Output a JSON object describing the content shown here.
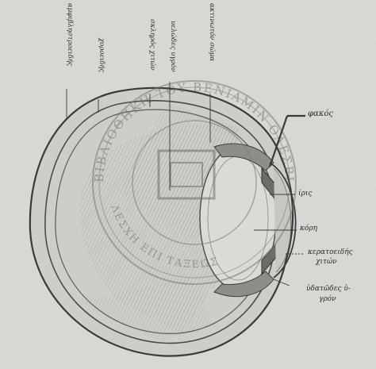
{
  "labels": {
    "top": [
      "αμφιβληστροειδής",
      "χοροειδής",
      "σκληρός χιτών",
      "υελώδες υγρόν",
      "ακτινωτόν σώμα"
    ],
    "right": {
      "fakos": "φακός",
      "iris": "ίρις",
      "kori": "κόρη",
      "keratoeidis_line1": "κερατοειδής",
      "keratoeidis_line2": "χιτών",
      "ydatodes_line1": "ὑδατῶδες ὑ-",
      "ydatodes_line2": "γρόν"
    }
  },
  "stamp": {
    "top_text": "ΒΙΒΛΙΟΘΗΚΗ ΤΟΥ ΒΕΝΙΑΜΙΝ ΟΛΕΣΒΙΟΥ",
    "bottom_text": "ΛΕΣΧΗ ΕΠΙ ΤΑΞΕΩΣ"
  }
}
